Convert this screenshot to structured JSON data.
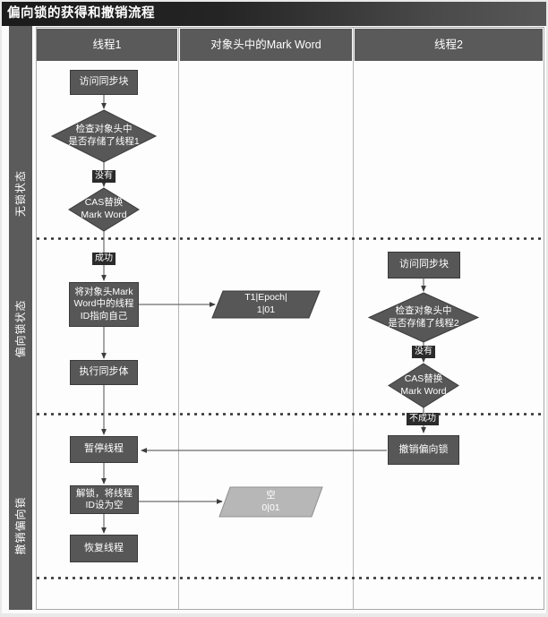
{
  "title": "偏向锁的获得和撤销流程",
  "lanes": {
    "thread1": "线程1",
    "markword": "对象头中的Mark Word",
    "thread2": "线程2"
  },
  "sidebar": {
    "sections": [
      {
        "label": "无锁状态"
      },
      {
        "label": "偏向锁状态"
      },
      {
        "label": "撤销偏向锁"
      }
    ]
  },
  "thread1": {
    "access": "访问同步块",
    "check": "检查对象头中\n是否存储了线程1",
    "no": "没有",
    "cas": "CAS替换\nMark Word",
    "success": "成功",
    "set_id": "将对象头Mark\nWord中的线程\nID指向自己",
    "execute": "执行同步体",
    "pause": "暂停线程",
    "unlock": "解锁，将线程\nID设为空",
    "resume": "恢复线程"
  },
  "markword": {
    "biased_value": "T1|Epoch|\n1|01",
    "empty_value": "空\n0|01"
  },
  "thread2": {
    "access": "访问同步块",
    "check": "检查对象头中\n是否存储了线程2",
    "no": "没有",
    "cas": "CAS替换\nMark Word",
    "fail": "不成功",
    "revoke": "撤销偏向锁"
  },
  "colors": {
    "title_bar": "#1b1b1b",
    "lane_header": "#5a5a5a",
    "node_fill": "#575757",
    "node_border": "#3a3a3a",
    "small_label_bg": "#2b2b2b",
    "empty_markword_fill": "#b7b7b7",
    "connector": "#6b6b6b",
    "section_divider_dots": "#2f2f2f"
  }
}
